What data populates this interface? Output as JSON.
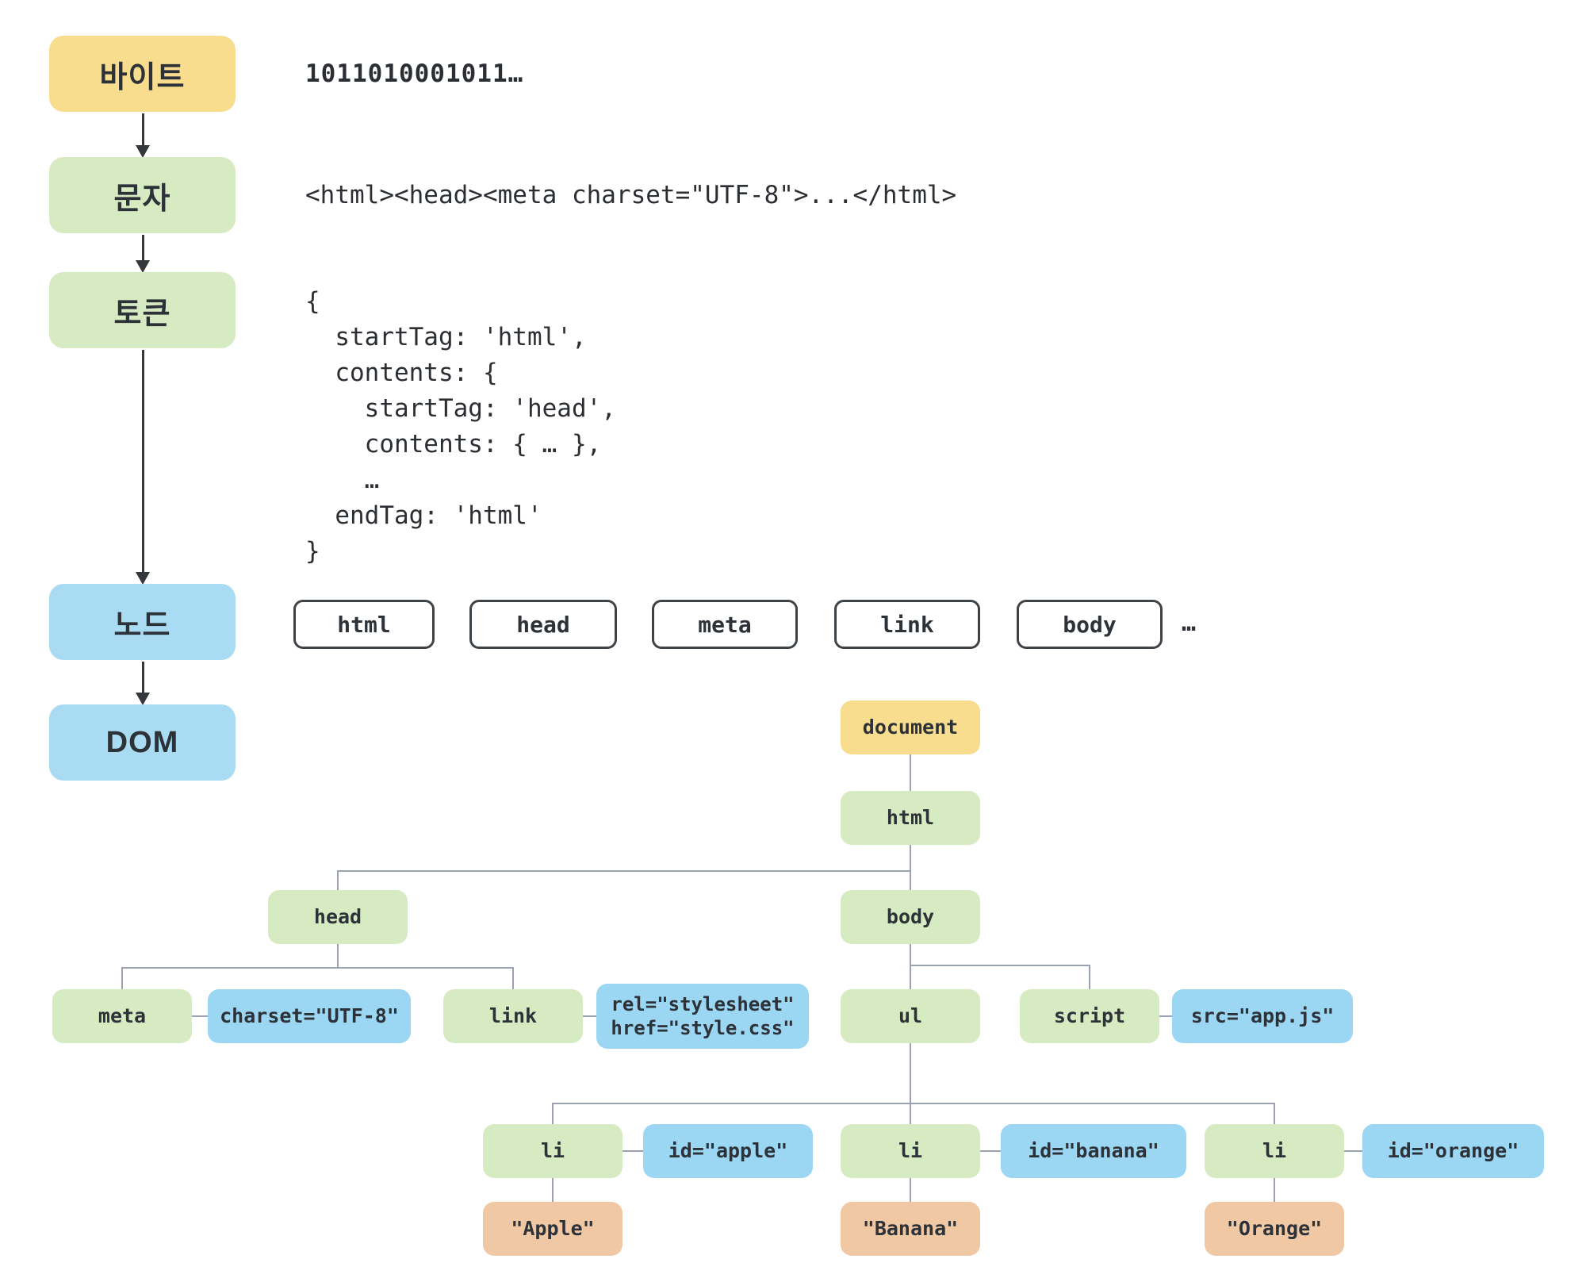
{
  "pipeline": {
    "stages": [
      {
        "id": "bytes",
        "label": "바이트",
        "color": "#F8DD8F"
      },
      {
        "id": "characters",
        "label": "문자",
        "color": "#D7EBC3"
      },
      {
        "id": "tokens",
        "label": "토큰",
        "color": "#D7EBC3"
      },
      {
        "id": "nodes",
        "label": "노드",
        "color": "#A9DCF2"
      },
      {
        "id": "dom",
        "label": "DOM",
        "color": "#A9DCF2"
      }
    ]
  },
  "examples": {
    "bytes": "1011010001011…",
    "characters": "<html><head><meta charset=\"UTF-8\">...</html>",
    "tokens": "{\n  startTag: 'html',\n  contents: {\n    startTag: 'head',\n    contents: { … },\n    …\n  endTag: 'html'\n}",
    "node_chips": [
      "html",
      "head",
      "meta",
      "link",
      "body"
    ],
    "node_ellipsis": "…"
  },
  "dom_tree": {
    "document": "document",
    "html": "html",
    "head": "head",
    "body": "body",
    "meta": "meta",
    "meta_attr": "charset=\"UTF-8\"",
    "link": "link",
    "link_attr": "rel=\"stylesheet\"\nhref=\"style.css\"",
    "ul": "ul",
    "script": "script",
    "script_attr": "src=\"app.js\"",
    "list_items": [
      {
        "tag": "li",
        "attr": "id=\"apple\"",
        "text": "\"Apple\""
      },
      {
        "tag": "li",
        "attr": "id=\"banana\"",
        "text": "\"Banana\""
      },
      {
        "tag": "li",
        "attr": "id=\"orange\"",
        "text": "\"Orange\""
      }
    ]
  },
  "colors": {
    "stage_yellow": "#F8DD8F",
    "stage_green": "#D7EBC3",
    "stage_blue": "#A9DCF2",
    "attr_chip_blue": "#9BD6F2",
    "text_node_salmon": "#F0C8A4",
    "connector_gray": "#9AA3AF",
    "arrow_dark": "#34383C"
  }
}
